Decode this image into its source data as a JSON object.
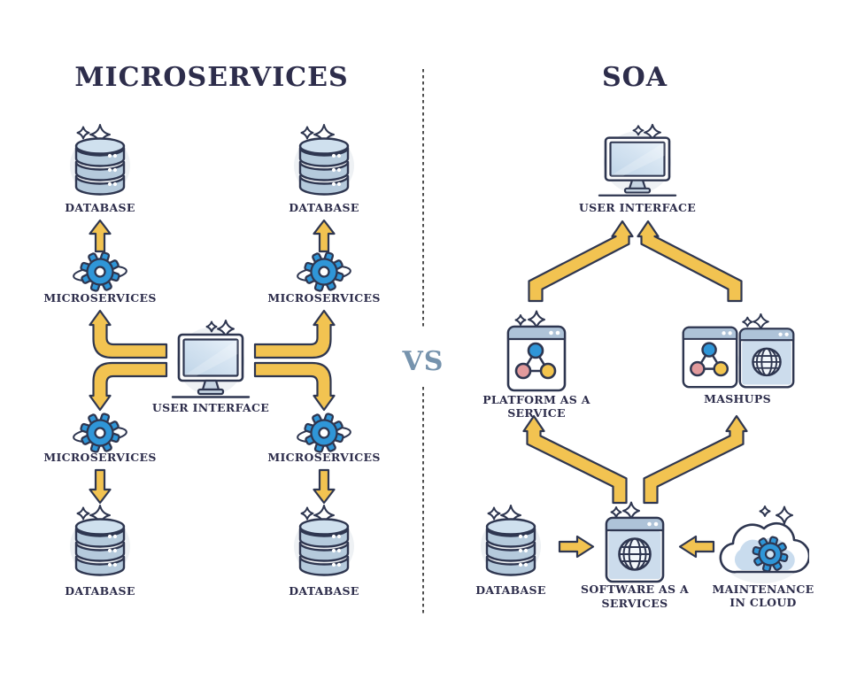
{
  "microservices_panel": {
    "title": "MICROSERVICES",
    "database_top_left": "DATABASE",
    "database_top_right": "DATABASE",
    "microservices_top_left": "MICROSERVICES",
    "microservices_top_right": "MICROSERVICES",
    "user_interface": "USER INTERFACE",
    "microservices_bottom_left": "MICROSERVICES",
    "microservices_bottom_right": "MICROSERVICES",
    "database_bottom_left": "DATABASE",
    "database_bottom_right": "DATABASE"
  },
  "divider": {
    "vs_label": "VS"
  },
  "soa_panel": {
    "title": "SOA",
    "user_interface": "USER INTERFACE",
    "platform_as_a_service": "PLATFORM AS A SERVICE",
    "mashups": "MASHUPS",
    "database": "DATABASE",
    "software_as_a_service_line1": "SOFTWARE AS A",
    "software_as_a_service_line2": "SERVICES",
    "maintenance_line1": "MAINTENANCE",
    "maintenance_line2": "IN CLOUD"
  },
  "colors": {
    "ink": "#2e3650",
    "text": "#2d2d4b",
    "arrow_fill": "#f2c351",
    "vs": "#7693ad",
    "gear_blue": "#2f96d8",
    "cyl_body": "#b5cadc",
    "cyl_top": "#cfe0ee",
    "titlebar": "#aec3d8",
    "panel_blue": "#ccdcec",
    "node_pink": "#e29a9c",
    "node_yellow": "#f3c54f",
    "shadow": "#eef1f4"
  },
  "icons": {
    "database": "database-icon",
    "gear": "gear-icon",
    "monitor": "monitor-icon",
    "browser_network": "browser-network-icon",
    "browser_globe": "browser-globe-icon",
    "cloud_gear": "cloud-gear-icon",
    "sparkle": "sparkle-icon",
    "arrow": "arrow-icon"
  }
}
